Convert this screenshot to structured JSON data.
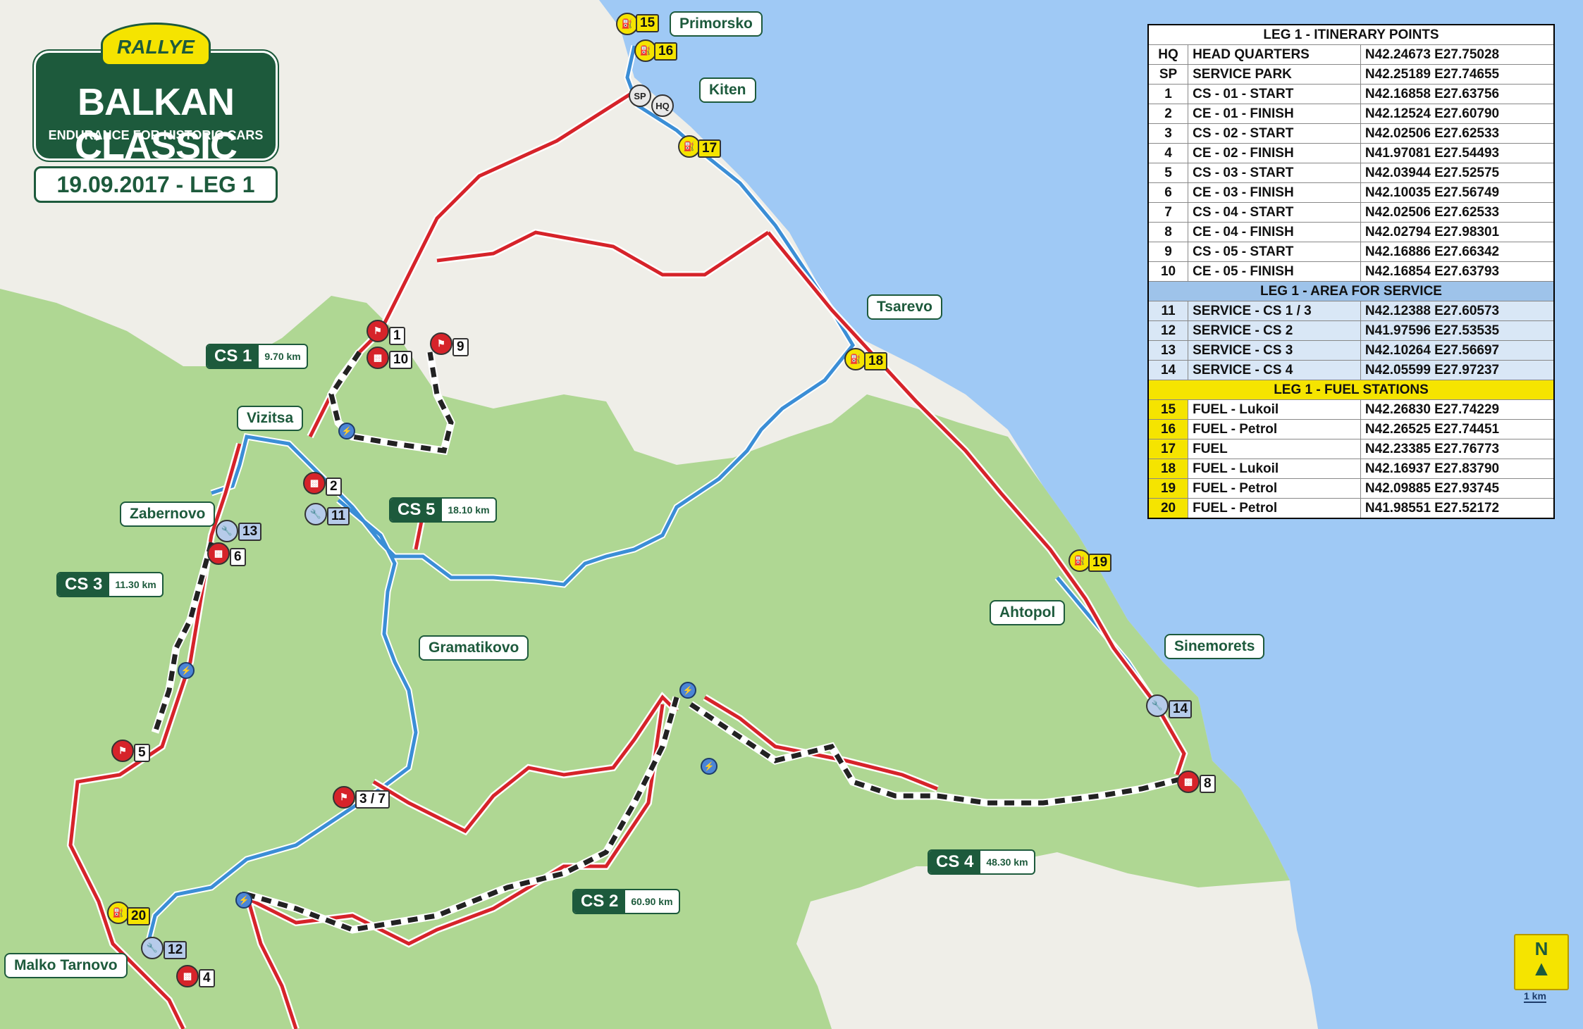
{
  "logo": {
    "rallye": "RALLYE",
    "title": "BALKAN CLASSIC",
    "subtitle": "ENDURANCE FOR HISTORIC CARS"
  },
  "date_label": "19.09.2017 - LEG 1",
  "towns": {
    "primorsko": "Primorsko",
    "kiten": "Kiten",
    "tsarevo": "Tsarevo",
    "vizitsa": "Vizitsa",
    "zabernovo": "Zabernovo",
    "gramatikovo": "Gramatikovo",
    "ahtopol": "Ahtopol",
    "sinemorets": "Sinemorets",
    "malko_tarnovo": "Malko Tarnovo"
  },
  "stages": {
    "cs1": {
      "label": "CS 1",
      "dist": "9.70 km"
    },
    "cs2": {
      "label": "CS 2",
      "dist": "60.90 km"
    },
    "cs3": {
      "label": "CS 3",
      "dist": "11.30 km"
    },
    "cs4": {
      "label": "CS 4",
      "dist": "48.30 km"
    },
    "cs5": {
      "label": "CS 5",
      "dist": "18.10 km"
    }
  },
  "markers": {
    "sp": "SP",
    "hq": "HQ",
    "m1": "1",
    "m2": "2",
    "m37": "3 / 7",
    "m4": "4",
    "m5": "5",
    "m6": "6",
    "m8": "8",
    "m9": "9",
    "m10": "10",
    "m11": "11",
    "m12": "12",
    "m13": "13",
    "m14": "14",
    "m15": "15",
    "m16": "16",
    "m17": "17",
    "m18": "18",
    "m19": "19",
    "m20": "20"
  },
  "table": {
    "itinerary_header": "LEG 1 - ITINERARY POINTS",
    "itinerary": [
      [
        "HQ",
        "HEAD QUARTERS",
        "N42.24673 E27.75028"
      ],
      [
        "SP",
        "SERVICE PARK",
        "N42.25189 E27.74655"
      ],
      [
        "1",
        "CS - 01 - START",
        "N42.16858 E27.63756"
      ],
      [
        "2",
        "CE - 01 - FINISH",
        "N42.12524 E27.60790"
      ],
      [
        "3",
        "CS - 02 - START",
        "N42.02506 E27.62533"
      ],
      [
        "4",
        "CE - 02 - FINISH",
        "N41.97081 E27.54493"
      ],
      [
        "5",
        "CS - 03 - START",
        "N42.03944 E27.52575"
      ],
      [
        "6",
        "CE - 03 - FINISH",
        "N42.10035 E27.56749"
      ],
      [
        "7",
        "CS - 04 - START",
        "N42.02506 E27.62533"
      ],
      [
        "8",
        "CE - 04 - FINISH",
        "N42.02794 E27.98301"
      ],
      [
        "9",
        "CS - 05 - START",
        "N42.16886 E27.66342"
      ],
      [
        "10",
        "CE - 05 - FINISH",
        "N42.16854 E27.63793"
      ]
    ],
    "service_header": "LEG 1 - AREA FOR SERVICE",
    "service": [
      [
        "11",
        "SERVICE - CS 1 / 3",
        "N42.12388 E27.60573"
      ],
      [
        "12",
        "SERVICE - CS 2",
        "N41.97596 E27.53535"
      ],
      [
        "13",
        "SERVICE - CS 3",
        "N42.10264 E27.56697"
      ],
      [
        "14",
        "SERVICE - CS 4",
        "N42.05599 E27.97237"
      ]
    ],
    "fuel_header": "LEG 1 - FUEL STATIONS",
    "fuel": [
      [
        "15",
        "FUEL - Lukoil",
        "N42.26830 E27.74229"
      ],
      [
        "16",
        "FUEL - Petrol",
        "N42.26525 E27.74451"
      ],
      [
        "17",
        "FUEL",
        "N42.23385 E27.76773"
      ],
      [
        "18",
        "FUEL - Lukoil",
        "N42.16937 E27.83790"
      ],
      [
        "19",
        "FUEL - Petrol",
        "N42.09885 E27.93745"
      ],
      [
        "20",
        "FUEL - Petrol",
        "N41.98551 E27.52172"
      ]
    ]
  },
  "compass": {
    "north": "N",
    "scale": "1 km"
  },
  "colors": {
    "sea": "#9fc9f5",
    "land": "#f0efe9",
    "forest": "#a7d489",
    "route_red": "#d6232a",
    "route_blue": "#3b8ed6",
    "brand_green": "#1d5a3c",
    "fuel_yellow": "#f5e400"
  }
}
